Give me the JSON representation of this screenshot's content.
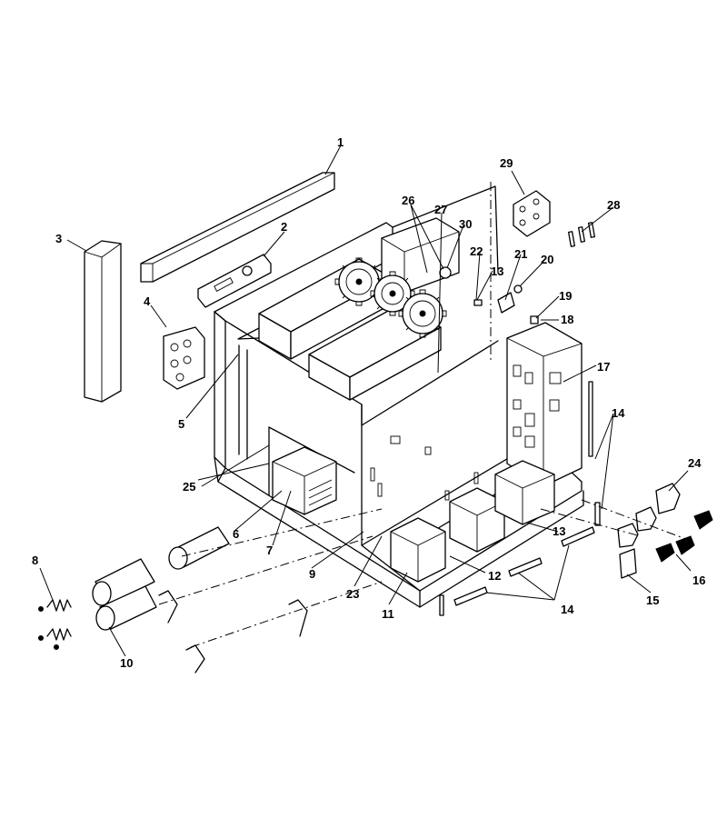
{
  "diagram": {
    "callouts": [
      {
        "id": "c1",
        "text": "1"
      },
      {
        "id": "c2",
        "text": "2"
      },
      {
        "id": "c3",
        "text": "3"
      },
      {
        "id": "c4",
        "text": "4"
      },
      {
        "id": "c5",
        "text": "5"
      },
      {
        "id": "c6",
        "text": "6"
      },
      {
        "id": "c7",
        "text": "7"
      },
      {
        "id": "c8",
        "text": "8"
      },
      {
        "id": "c9",
        "text": "9"
      },
      {
        "id": "c10",
        "text": "10"
      },
      {
        "id": "c11",
        "text": "11"
      },
      {
        "id": "c12",
        "text": "12"
      },
      {
        "id": "c13a",
        "text": "13"
      },
      {
        "id": "c13b",
        "text": "13"
      },
      {
        "id": "c14a",
        "text": "14"
      },
      {
        "id": "c14b",
        "text": "14"
      },
      {
        "id": "c15",
        "text": "15"
      },
      {
        "id": "c16",
        "text": "16"
      },
      {
        "id": "c17",
        "text": "17"
      },
      {
        "id": "c18",
        "text": "18"
      },
      {
        "id": "c19",
        "text": "19"
      },
      {
        "id": "c20",
        "text": "20"
      },
      {
        "id": "c21",
        "text": "21"
      },
      {
        "id": "c22",
        "text": "22"
      },
      {
        "id": "c23",
        "text": "23"
      },
      {
        "id": "c24",
        "text": "24"
      },
      {
        "id": "c25",
        "text": "25"
      },
      {
        "id": "c26",
        "text": "26"
      },
      {
        "id": "c27",
        "text": "27"
      },
      {
        "id": "c28",
        "text": "28"
      },
      {
        "id": "c29",
        "text": "29"
      },
      {
        "id": "c30",
        "text": "30"
      }
    ]
  }
}
